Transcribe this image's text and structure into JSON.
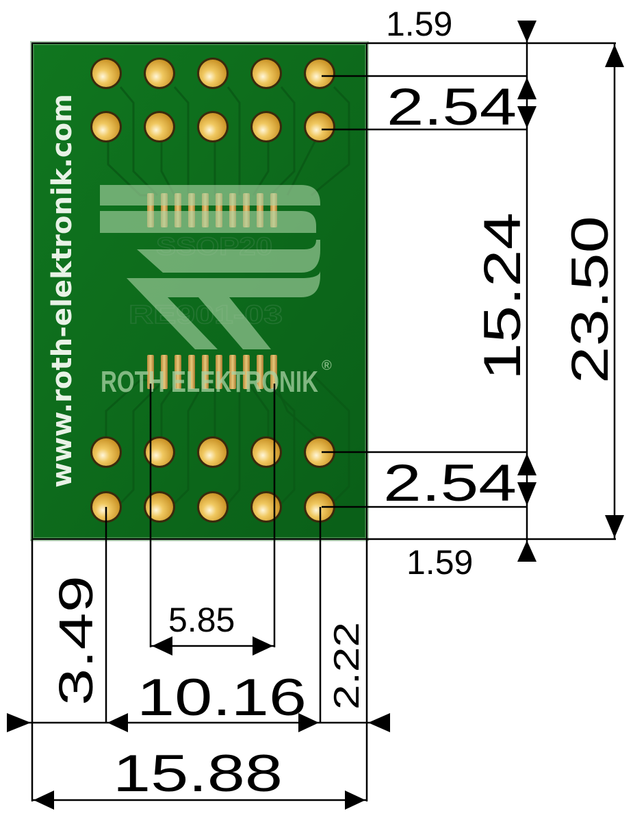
{
  "board": {
    "name": "Roth Elektronik SSOP20 adapter",
    "package_label": "SSOP20",
    "part_number": "RE901-03",
    "brand": "ROTH ELEKTRONIK",
    "registered_mark": "®",
    "website": "www.roth-elektronik.com",
    "pin_rows": 4,
    "pins_per_row": 5,
    "smd_pads_per_side": 10,
    "colors": {
      "pcb": "#0d6b1c",
      "pad_gold": "#e6b442",
      "outline": "#000000",
      "background": "#ffffff"
    }
  },
  "dimensions": {
    "unit": "mm",
    "top_edge_to_pin": "1.59",
    "pin_pitch_top": "2.54",
    "row_span": "15.24",
    "total_height": "23.50",
    "pin_pitch_bottom": "2.54",
    "bottom_edge_to_pin": "1.59",
    "left_edge_to_pin": "3.49",
    "smd_span": "5.85",
    "pin_column_span": "10.16",
    "right_edge_to_pin": "2.22",
    "total_width": "15.88"
  }
}
